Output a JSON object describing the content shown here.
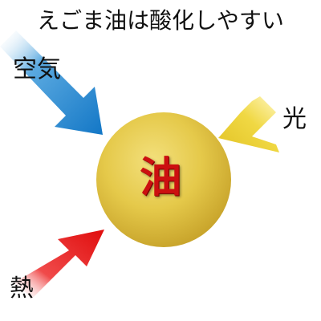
{
  "title": "えごま油は酸化しやすい",
  "center": {
    "label": "油",
    "color": "#e7cd4f"
  },
  "factors": {
    "air": {
      "label": "空気",
      "color": "#1a7fcb"
    },
    "light": {
      "label": "光",
      "color": "#ecd238"
    },
    "heat": {
      "label": "熱",
      "color": "#e81010"
    }
  }
}
